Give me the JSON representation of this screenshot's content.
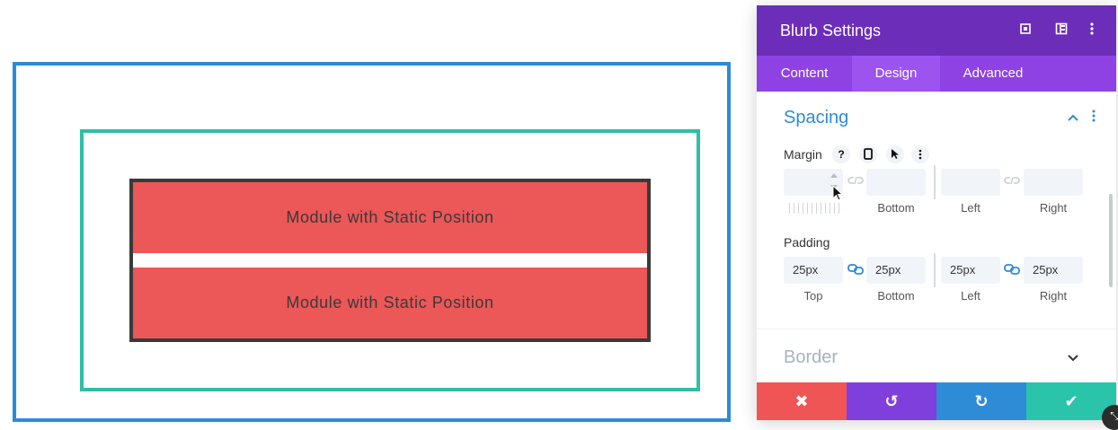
{
  "canvas": {
    "module_1_text": "Module with Static Position",
    "module_2_text": "Module with Static Position"
  },
  "panel": {
    "title": "Blurb Settings",
    "header_icons": [
      "expand-icon",
      "split-view-icon",
      "more-vertical-icon"
    ],
    "tabs": [
      {
        "label": "Content",
        "active": false
      },
      {
        "label": "Design",
        "active": true
      },
      {
        "label": "Advanced",
        "active": false
      }
    ],
    "spacing": {
      "title": "Spacing",
      "margin": {
        "label": "Margin",
        "option_icons": [
          "help-icon",
          "responsive-phone-icon",
          "hover-cursor-icon",
          "more-vertical-icon"
        ],
        "fields": [
          {
            "label": "",
            "value": ""
          },
          {
            "label": "Bottom",
            "value": ""
          },
          {
            "label": "Left",
            "value": ""
          },
          {
            "label": "Right",
            "value": ""
          }
        ]
      },
      "padding": {
        "label": "Padding",
        "fields": [
          {
            "label": "Top",
            "value": "25px"
          },
          {
            "label": "Bottom",
            "value": "25px"
          },
          {
            "label": "Left",
            "value": "25px"
          },
          {
            "label": "Right",
            "value": "25px"
          }
        ]
      }
    },
    "border": {
      "title": "Border"
    },
    "footer": {
      "close_icon": "✖",
      "undo_icon": "↺",
      "redo_icon": "↻",
      "save_icon": "✔"
    }
  },
  "colors": {
    "header": "#6c2eb9",
    "tabs": "#8e42e4",
    "accent_blue": "#2e8bd6",
    "module_red": "#ec5757",
    "row_teal": "#2ebfa5"
  }
}
